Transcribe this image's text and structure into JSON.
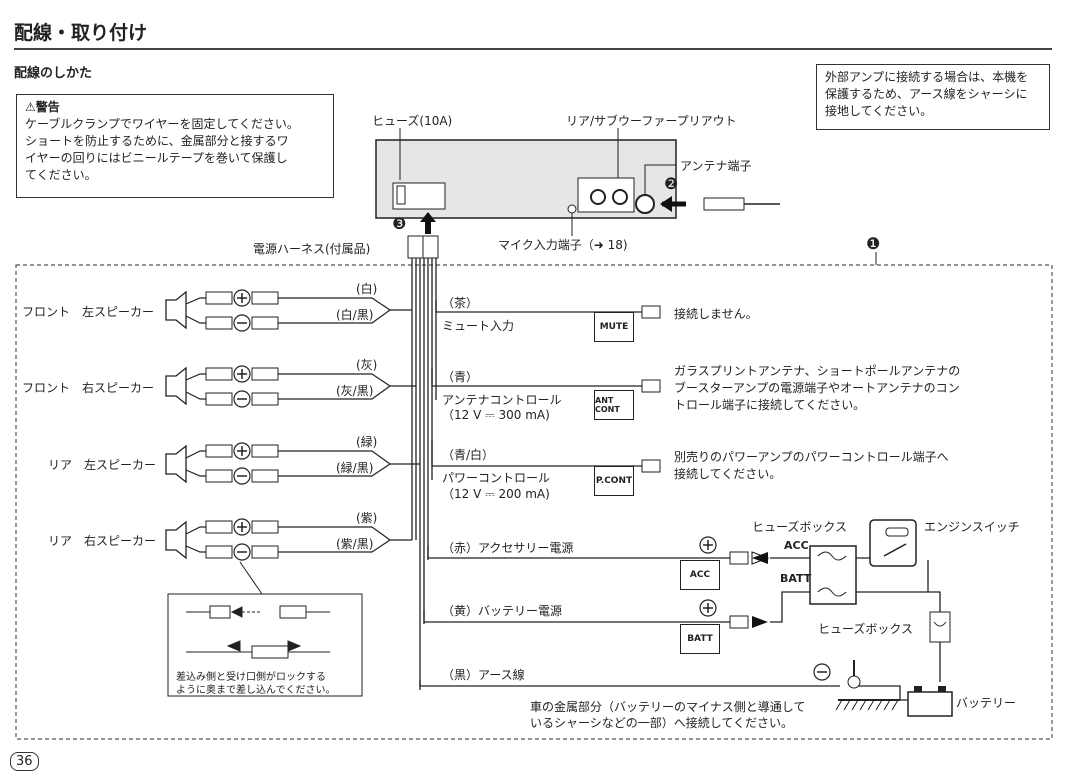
{
  "header": {
    "title": "配線・取り付け",
    "subtitle": "配線のしかた"
  },
  "warning": {
    "heading": "⚠警告",
    "lines": [
      "ケーブルクランプでワイヤーを固定してください。",
      "ショートを防止するために、金属部分と接するワ",
      "イヤーの回りにはビニールテープを巻いて保護し",
      "てください。"
    ]
  },
  "amp_note": {
    "lines": [
      "外部アンプに接続する場合は、本機を",
      "保護するため、アース線をシャーシに",
      "接地してください。"
    ]
  },
  "unit": {
    "fuse_label": "ヒューズ(10A)",
    "rear_out_label": "リア/サブウーファープリアウト",
    "antenna_label": "アンテナ端子",
    "mic_label": "マイク入力端子（➜ 18)",
    "harness_label": "電源ハーネス(付属品)",
    "marker_1": "❶",
    "marker_2": "❷",
    "marker_3": "❸"
  },
  "speakers": [
    {
      "label": "フロント　左スピーカー",
      "color_plus": "(白)",
      "color_minus": "(白/黒)"
    },
    {
      "label": "フロント　右スピーカー",
      "color_plus": "(灰)",
      "color_minus": "(灰/黒)"
    },
    {
      "label": "リア　左スピーカー",
      "color_plus": "(緑)",
      "color_minus": "(緑/黒)"
    },
    {
      "label": "リア　右スピーカー",
      "color_plus": "(紫)",
      "color_minus": "(紫/黒)"
    }
  ],
  "polarity": {
    "plus": "+",
    "minus": "−"
  },
  "wires": {
    "mute": {
      "color": "（茶）",
      "name": "ミュート入力",
      "box": "MUTE",
      "note": "接続しません。"
    },
    "ant": {
      "color": "（青）",
      "name": "アンテナコントロール",
      "spec": "（12 V ⎓ 300 mA)",
      "box": "ANT CONT",
      "note": [
        "ガラスプリントアンテナ、ショートポールアンテナの",
        "ブースターアンプの電源端子やオートアンテナのコン",
        "トロール端子に接続してください。"
      ]
    },
    "pcont": {
      "color": "（青/白）",
      "name": "パワーコントロール",
      "spec": "（12 V ⎓ 200 mA)",
      "box": "P.CONT",
      "note": [
        "別売りのパワーアンプのパワーコントロール端子へ",
        "接続してください。"
      ]
    },
    "acc": {
      "color": "（赤）アクセサリー電源",
      "box": "ACC"
    },
    "batt": {
      "color": "（黄）バッテリー電源",
      "box": "BATT"
    },
    "ground": {
      "color": "（黒）アース線"
    }
  },
  "right_side": {
    "fusebox_label": "ヒューズボックス",
    "fusebox2_label": "ヒューズボックス",
    "engine_switch": "エンジンスイッチ",
    "acc": "ACC",
    "batt": "BATT",
    "battery": "バッテリー",
    "chassis_note": [
      "車の金属部分（バッテリーのマイナス側と導通して",
      "いるシャーシなどの一部）へ接続してください。"
    ]
  },
  "inset_note": [
    "差込み側と受け口側がロックする",
    "ように奥まで差し込んでください。"
  ],
  "page_number": "36"
}
